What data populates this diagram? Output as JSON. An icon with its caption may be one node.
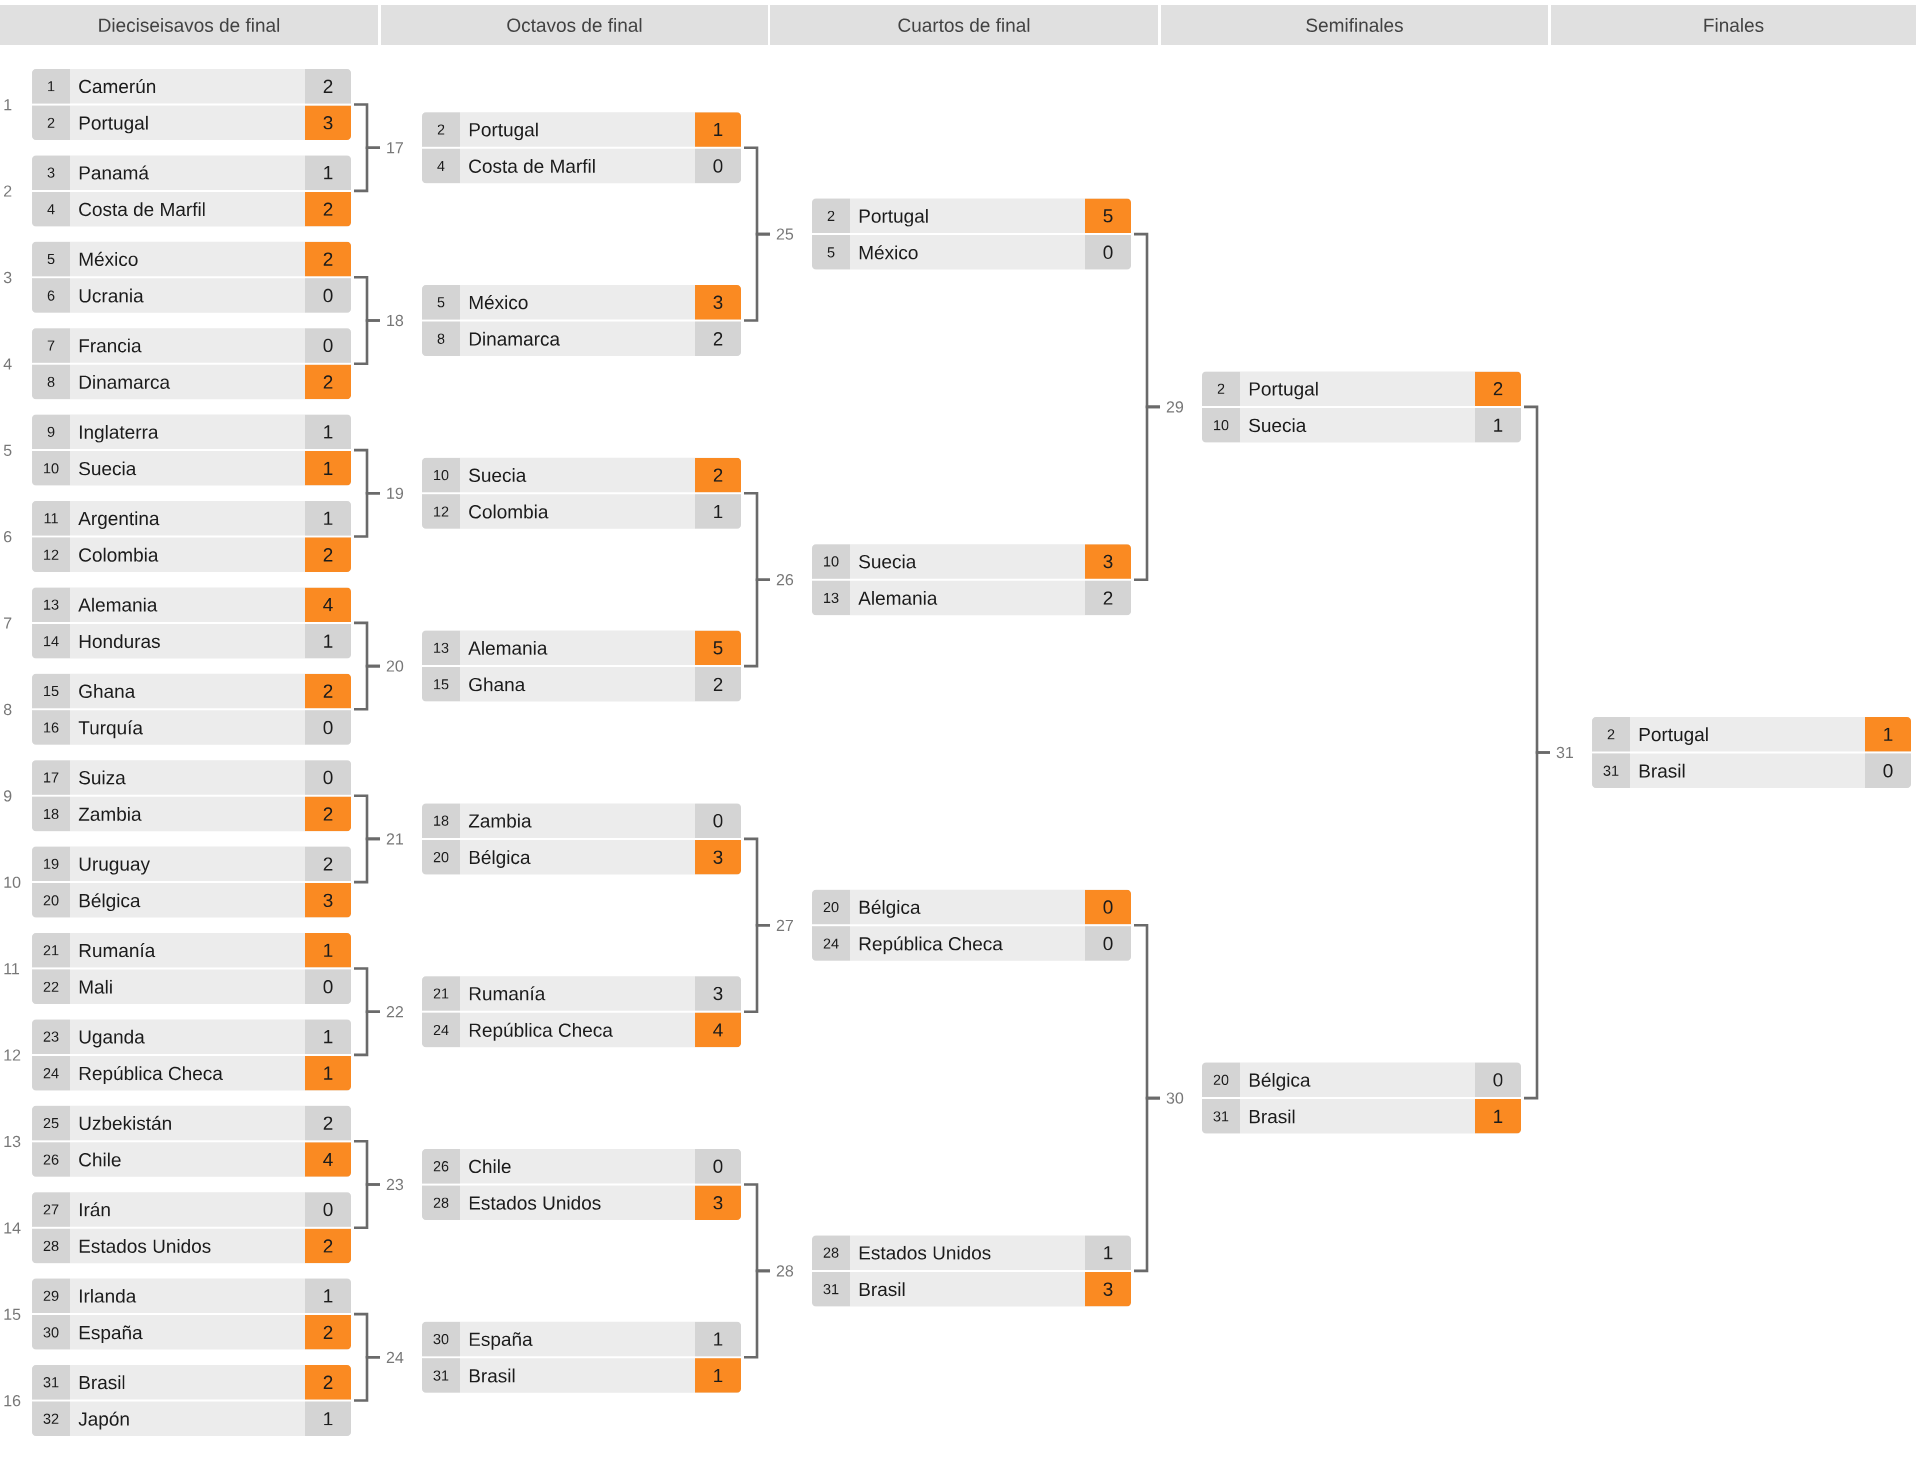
{
  "diagram": {
    "nodes": [
      {
        "text": [
          "Dieciseisavos de final"
        ]
      },
      {
        "text": [
          "Octavos de final"
        ]
      },
      {
        "text": [
          "Cuartos de final"
        ]
      },
      {
        "text": [
          "Semifinales"
        ]
      },
      {
        "text": [
          "Finales"
        ]
      },
      {
        "text": [
          "1",
          "Camerún",
          "2",
          "2",
          "Portugal",
          "3"
        ],
        "beside": [
          "1"
        ]
      },
      {
        "text": [
          "3",
          "Panamá",
          "1",
          "4",
          "Costa de Marfil",
          "2"
        ],
        "beside": [
          "2"
        ]
      },
      {
        "text": [
          "5",
          "México",
          "2",
          "6",
          "Ucrania",
          "0"
        ],
        "beside": [
          "3"
        ]
      },
      {
        "text": [
          "7",
          "Francia",
          "0",
          "8",
          "Dinamarca",
          "2"
        ],
        "beside": [
          "4"
        ]
      },
      {
        "text": [
          "9",
          "Inglaterra",
          "1",
          "10",
          "Suecia",
          "1"
        ],
        "beside": [
          "5"
        ]
      },
      {
        "text": [
          "11",
          "Argentina",
          "1",
          "12",
          "Colombia",
          "2"
        ],
        "beside": [
          "6"
        ]
      },
      {
        "text": [
          "13",
          "Alemania",
          "4",
          "14",
          "Honduras",
          "1"
        ],
        "beside": [
          "7"
        ]
      },
      {
        "text": [
          "15",
          "Ghana",
          "2",
          "16",
          "Turquía",
          "0"
        ],
        "beside": [
          "8"
        ]
      },
      {
        "text": [
          "17",
          "Suiza",
          "0",
          "18",
          "Zambia",
          "2"
        ],
        "beside": [
          "9"
        ]
      },
      {
        "text": [
          "19",
          "Uruguay",
          "2",
          "20",
          "Bélgica",
          "3"
        ],
        "beside": [
          "10"
        ]
      },
      {
        "text": [
          "21",
          "Rumanía",
          "1",
          "22",
          "Mali",
          "0"
        ],
        "beside": [
          "11"
        ]
      },
      {
        "text": [
          "23",
          "Uganda",
          "1",
          "24",
          "República Checa",
          "1"
        ],
        "beside": [
          "12"
        ]
      },
      {
        "text": [
          "25",
          "Uzbekistán",
          "2",
          "26",
          "Chile",
          "4"
        ],
        "beside": [
          "13"
        ]
      },
      {
        "text": [
          "27",
          "Irán",
          "0",
          "28",
          "Estados Unidos",
          "2"
        ],
        "beside": [
          "14"
        ]
      },
      {
        "text": [
          "29",
          "Irlanda",
          "1",
          "30",
          "España",
          "2"
        ],
        "beside": [
          "15"
        ]
      },
      {
        "text": [
          "31",
          "Brasil",
          "2",
          "32",
          "Japón",
          "1"
        ],
        "beside": [
          "16"
        ]
      },
      {
        "text": [
          "17"
        ]
      },
      {
        "text": [
          "18"
        ]
      },
      {
        "text": [
          "19"
        ]
      },
      {
        "text": [
          "20"
        ]
      },
      {
        "text": [
          "21"
        ]
      },
      {
        "text": [
          "22"
        ]
      },
      {
        "text": [
          "23"
        ]
      },
      {
        "text": [
          "24"
        ]
      },
      {
        "text": [
          "2",
          "Portugal",
          "1",
          "4",
          "Costa de Marfil",
          "0"
        ]
      },
      {
        "text": [
          "5",
          "México",
          "3",
          "8",
          "Dinamarca",
          "2"
        ]
      },
      {
        "text": [
          "10",
          "Suecia",
          "2",
          "12",
          "Colombia",
          "1"
        ]
      },
      {
        "text": [
          "13",
          "Alemania",
          "5",
          "15",
          "Ghana",
          "2"
        ]
      },
      {
        "text": [
          "18",
          "Zambia",
          "0",
          "20",
          "Bélgica",
          "3"
        ]
      },
      {
        "text": [
          "21",
          "Rumanía",
          "3",
          "24",
          "República Checa",
          "4"
        ]
      },
      {
        "text": [
          "26",
          "Chile",
          "0",
          "28",
          "Estados Unidos",
          "3"
        ]
      },
      {
        "text": [
          "30",
          "España",
          "1",
          "31",
          "Brasil",
          "1"
        ]
      },
      {
        "text": [
          "25"
        ]
      },
      {
        "text": [
          "26"
        ]
      },
      {
        "text": [
          "27"
        ]
      },
      {
        "text": [
          "28"
        ]
      },
      {
        "text": [
          "2",
          "Portugal",
          "5",
          "5",
          "México",
          "0"
        ]
      },
      {
        "text": [
          "10",
          "Suecia",
          "3",
          "13",
          "Alemania",
          "2"
        ]
      },
      {
        "text": [
          "20",
          "Bélgica",
          "0",
          "24",
          "República Checa",
          "0"
        ]
      },
      {
        "text": [
          "28",
          "Estados Unidos",
          "1",
          "31",
          "Brasil",
          "3"
        ]
      },
      {
        "text": [
          "29"
        ]
      },
      {
        "text": [
          "30"
        ]
      },
      {
        "text": [
          "2",
          "Portugal",
          "2",
          "10",
          "Suecia",
          "1"
        ]
      },
      {
        "text": [
          "20",
          "Bélgica",
          "0",
          "31",
          "Brasil",
          "1"
        ]
      },
      {
        "text": [
          "31"
        ]
      },
      {
        "text": [
          "2",
          "Portugal",
          "1",
          "31",
          "Brasil",
          "0"
        ]
      }
    ],
    "edges": [
      {
        "from": 5,
        "to": 21,
        "arrow": "none"
      },
      {
        "from": 6,
        "to": 21,
        "arrow": "none"
      },
      {
        "from": 7,
        "to": 22,
        "arrow": "none"
      },
      {
        "from": 8,
        "to": 22,
        "arrow": "none"
      },
      {
        "from": 9,
        "to": 23,
        "arrow": "none"
      },
      {
        "from": 10,
        "to": 23,
        "arrow": "none"
      },
      {
        "from": 11,
        "to": 24,
        "arrow": "none"
      },
      {
        "from": 12,
        "to": 24,
        "arrow": "none"
      },
      {
        "from": 13,
        "to": 25,
        "arrow": "none"
      },
      {
        "from": 14,
        "to": 25,
        "arrow": "none"
      },
      {
        "from": 15,
        "to": 26,
        "arrow": "none"
      },
      {
        "from": 16,
        "to": 26,
        "arrow": "none"
      },
      {
        "from": 17,
        "to": 27,
        "arrow": "none"
      },
      {
        "from": 18,
        "to": 27,
        "arrow": "none"
      },
      {
        "from": 19,
        "to": 28,
        "arrow": "none"
      },
      {
        "from": 20,
        "to": 28,
        "arrow": "none"
      },
      {
        "from": 29,
        "to": 37,
        "arrow": "none"
      },
      {
        "from": 30,
        "to": 37,
        "arrow": "none"
      },
      {
        "from": 31,
        "to": 38,
        "arrow": "none"
      },
      {
        "from": 32,
        "to": 38,
        "arrow": "none"
      },
      {
        "from": 33,
        "to": 39,
        "arrow": "none"
      },
      {
        "from": 34,
        "to": 39,
        "arrow": "none"
      },
      {
        "from": 35,
        "to": 40,
        "arrow": "none"
      },
      {
        "from": 36,
        "to": 40,
        "arrow": "none"
      },
      {
        "from": 41,
        "to": 45,
        "arrow": "none"
      },
      {
        "from": 42,
        "to": 45,
        "arrow": "none"
      },
      {
        "from": 43,
        "to": 46,
        "arrow": "none"
      },
      {
        "from": 44,
        "to": 46,
        "arrow": "none"
      },
      {
        "from": 47,
        "to": 49,
        "arrow": "none"
      },
      {
        "from": 48,
        "to": 49,
        "arrow": "none"
      }
    ]
  }
}
